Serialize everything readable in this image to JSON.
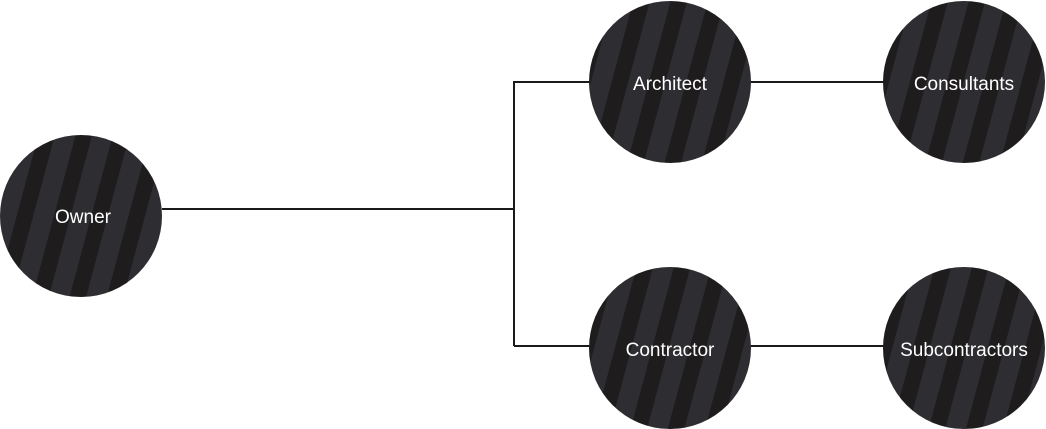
{
  "diagram": {
    "colors": {
      "node_fill": "#2e2d31",
      "node_stripe": "#1e1c1d",
      "line": "#1a1a1a",
      "label": "#ffffff",
      "background": "#ffffff"
    },
    "nodes": {
      "owner": {
        "label": "Owner"
      },
      "architect": {
        "label": "Architect"
      },
      "contractor": {
        "label": "Contractor"
      },
      "consultants": {
        "label": "Consultants"
      },
      "subcontractors": {
        "label": "Subcontractors"
      }
    },
    "edges": [
      {
        "from": "owner",
        "to": "architect"
      },
      {
        "from": "owner",
        "to": "contractor"
      },
      {
        "from": "architect",
        "to": "consultants"
      },
      {
        "from": "contractor",
        "to": "subcontractors"
      }
    ]
  }
}
